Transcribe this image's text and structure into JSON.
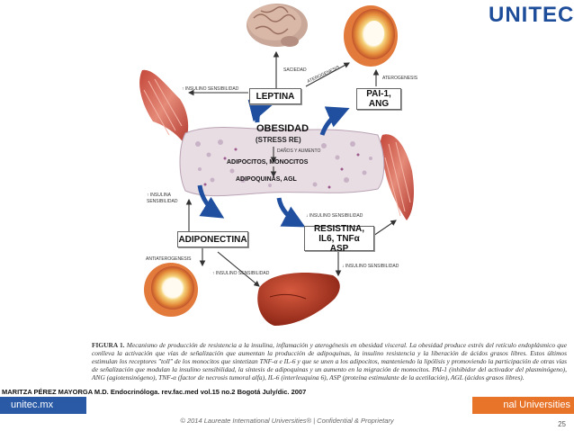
{
  "logo": {
    "name": "UNITEC",
    "mark": "®"
  },
  "diagram": {
    "center_title": "OBESIDAD",
    "center_sub": "(STRESS RE)",
    "center_small": "DAÑOS Y AUMENTO",
    "center_cells": "ADIPOCITOS, MONOCITOS",
    "center_adipo": "ADIPOQUINAS, AGL",
    "leptina": "LEPTINA",
    "pai": "PAI-1,  ANG",
    "adiponectina": "ADIPONECTINA",
    "resistina_line1": "RESISTINA, IL6, TNFα",
    "resistina_line2": "ASP",
    "labels": {
      "saciedad": "SACIEDAD",
      "aterogenesis_top": "ATEROGENESIS",
      "aterogenesis_right": "ATEROGENESIS",
      "insulino_top": "↑ INSULINO SENSIBILIDAD",
      "insulino_left_1": "↑ INSULINA",
      "insulino_left_2": "SENSIBILIDAD",
      "insulino_right_mid": "↓ INSULINO SENSIBILIDAD",
      "insulino_right_low": "↓ INSULINO SENSIBILIDAD",
      "insulino_bottom": "↑ INSULINO SENSIBILIDAD",
      "antiaterogenesis": "ANTIATEROGENESIS"
    }
  },
  "caption": {
    "figure_label": "FIGURA 1.",
    "text": "Mecanismo de producción de resistencia a la insulina, inflamación y aterogénesis en obesidad visceral. La obesidad produce estrés del retículo endoplásmico que conlleva la activación que vías de señalización que aumentan la producción de adipoquinas, la insulino resistencia y la liberación de ácidos grasos libres. Estos últimos estimulan los receptores \"toll\" de los monocitos que sintetizan TNF-α e IL-6 y que se unen a los adipocitos, manteniendo la lipólisis y promoviendo la participación de otras vías de señalización que modulan la insulino sensibilidad, la síntesis de adipoquinas y un aumento en la migración de monocitos. PAI-1 (inhibidor del activador del plasminógeno), ANG (agiotensinógeno), TNF-α (factor de necrosis tumoral alfa), IL-6 (interleuquina 6), ASP (proteína estimulante de la acetilación), AGL (ácidos grasos libres)."
  },
  "citation": "MARITZA PÉREZ MAYORGA M.D. Endocrinóloga. rev.fac.med vol.15 no.2 Bogotá July/dic. 2007",
  "footer": {
    "url": "unitec.mx",
    "network": "nal Universities",
    "legal": "© 2014 Laureate International Universities® | Confidential & Proprietary",
    "page": "25"
  },
  "colors": {
    "brand_blue": "#1e4d9a",
    "footer_blue": "#2a5aa6",
    "footer_orange": "#e8742a",
    "arrow_blue": "#1f4f9e"
  }
}
